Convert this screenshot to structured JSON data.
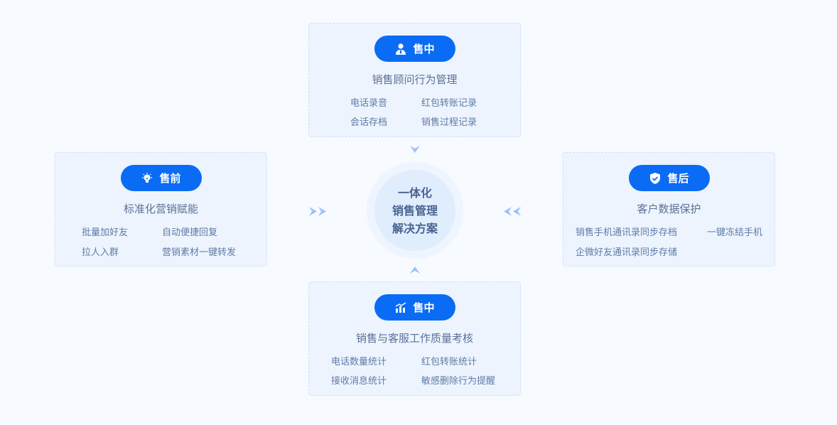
{
  "center": {
    "lines": [
      "一体化",
      "销售管理",
      "解决方案"
    ]
  },
  "cards": {
    "top": {
      "badge": "售中",
      "icon": "consultant-icon",
      "title": "销售顾问行为管理",
      "items": [
        "电话录音",
        "红包转账记录",
        "会话存档",
        "销售过程记录"
      ]
    },
    "left": {
      "badge": "售前",
      "icon": "lightbulb-icon",
      "title": "标准化营销赋能",
      "items": [
        "批量加好友",
        "自动便捷回复",
        "拉人入群",
        "营销素材一键转发"
      ]
    },
    "right": {
      "badge": "售后",
      "icon": "shield-check-icon",
      "title": "客户数据保护",
      "items": [
        "销售手机通讯录同步存档",
        "一键冻结手机",
        "企微好友通讯录同步存储"
      ]
    },
    "bottom": {
      "badge": "售中",
      "icon": "chart-icon",
      "title": "销售与客服工作质量考核",
      "items": [
        "电话数量统计",
        "红包转账统计",
        "接收消息统计",
        "敏感删除行为提醒"
      ]
    }
  },
  "colors": {
    "accent": "#0a6cf5",
    "card_bg": "#edf4fe",
    "arrow": "#9cc3f7"
  }
}
